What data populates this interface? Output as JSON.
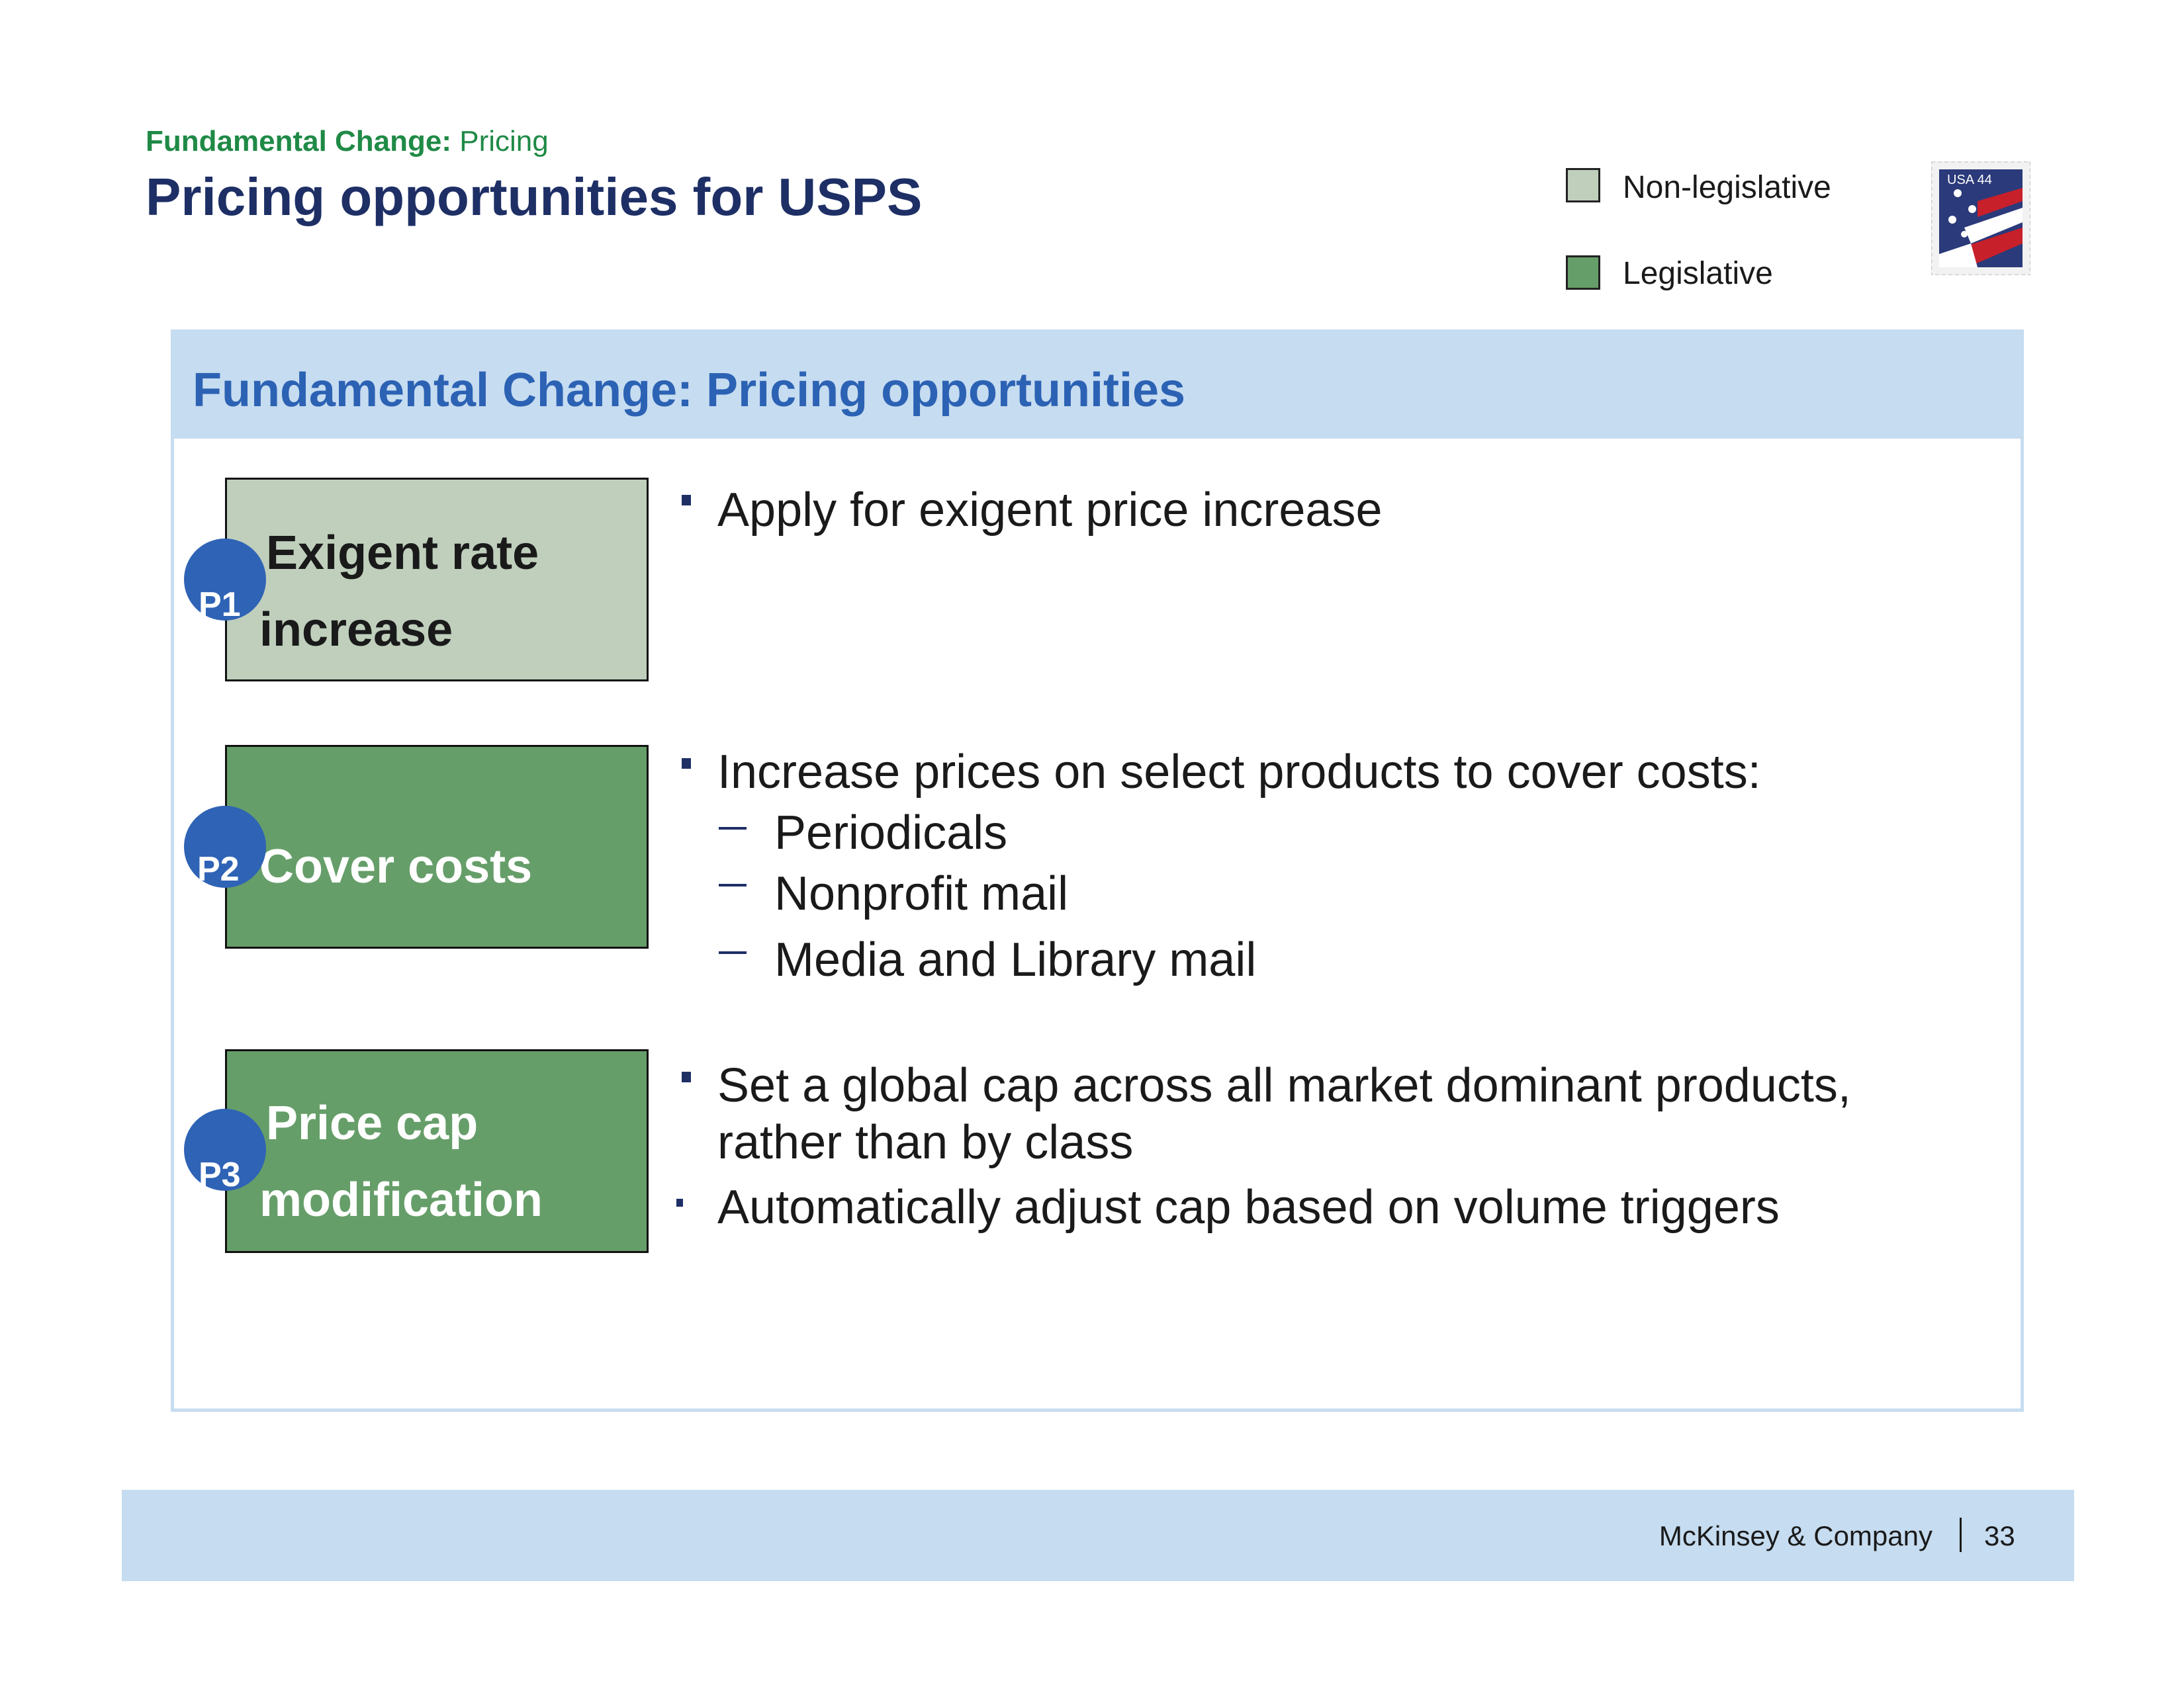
{
  "header": {
    "kicker_bold": "Fundamental Change:",
    "kicker_rest": " Pricing",
    "title": "Pricing opportunities for USPS"
  },
  "legend": {
    "items": [
      {
        "label": "Non-legislative",
        "color": "#bfcfbc"
      },
      {
        "label": "Legislative",
        "color": "#669e69"
      }
    ]
  },
  "stamp": {
    "text": "USA 44"
  },
  "panel": {
    "title": "Fundamental Change: Pricing opportunities",
    "rows": [
      {
        "badge": "P1",
        "label_line1": "Exigent rate",
        "label_line2": "increase",
        "type": "Non-legislative",
        "bullets": [
          "Apply for exigent price increase"
        ]
      },
      {
        "badge": "P2",
        "label_line1": "Cover costs",
        "type": "Legislative",
        "bullets": [
          "Increase prices on select products to cover costs:"
        ],
        "sub_items": [
          "Periodicals",
          "Nonprofit mail",
          "Media and Library mail"
        ]
      },
      {
        "badge": "P3",
        "label_line1": "Price cap",
        "label_line2": "modification",
        "type": "Legislative",
        "bullets": [
          "Set a global cap across all market dominant products,",
          "rather than by class",
          "Automatically adjust cap based on volume triggers"
        ]
      }
    ]
  },
  "footer": {
    "company": "McKinsey & Company",
    "page_number": "33"
  }
}
